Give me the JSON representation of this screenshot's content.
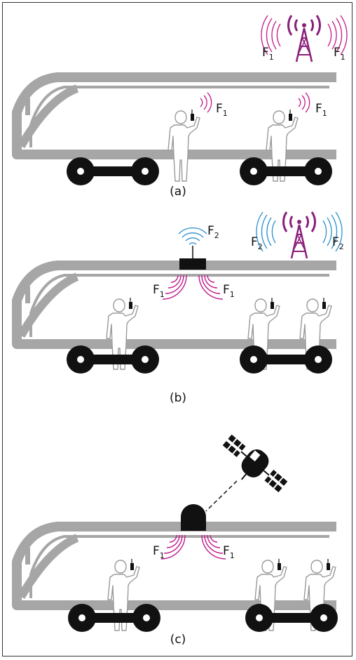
{
  "colors": {
    "train": "#a6a6a6",
    "magenta": "#c2188b",
    "tower": "#8a1f7a",
    "blue": "#2b8fd0",
    "black": "#111111",
    "person_fill": "#ffffff",
    "person_stroke": "#999999"
  },
  "icons": [
    "cell-tower-icon",
    "satellite-icon",
    "person-with-phone-icon",
    "train-icon",
    "wheelset-icon",
    "relay-box-icon",
    "satellite-dome-icon"
  ],
  "panels": [
    {
      "caption": "(a)",
      "tower_label_left": {
        "base": "F",
        "sub": "1"
      },
      "tower_label_right": {
        "base": "F",
        "sub": "1"
      },
      "person_labels": [
        {
          "base": "F",
          "sub": "1"
        },
        {
          "base": "F",
          "sub": "1"
        }
      ]
    },
    {
      "caption": "(b)",
      "tower_label_left": {
        "base": "F",
        "sub": "2"
      },
      "tower_label_right": {
        "base": "F",
        "sub": "2"
      },
      "relay_label": {
        "base": "F",
        "sub": "2"
      },
      "inner_left": {
        "base": "F",
        "sub": "1"
      },
      "inner_right": {
        "base": "F",
        "sub": "1"
      }
    },
    {
      "caption": "(c)",
      "inner_left": {
        "base": "F",
        "sub": "1"
      },
      "inner_right": {
        "base": "F",
        "sub": "1"
      }
    }
  ]
}
